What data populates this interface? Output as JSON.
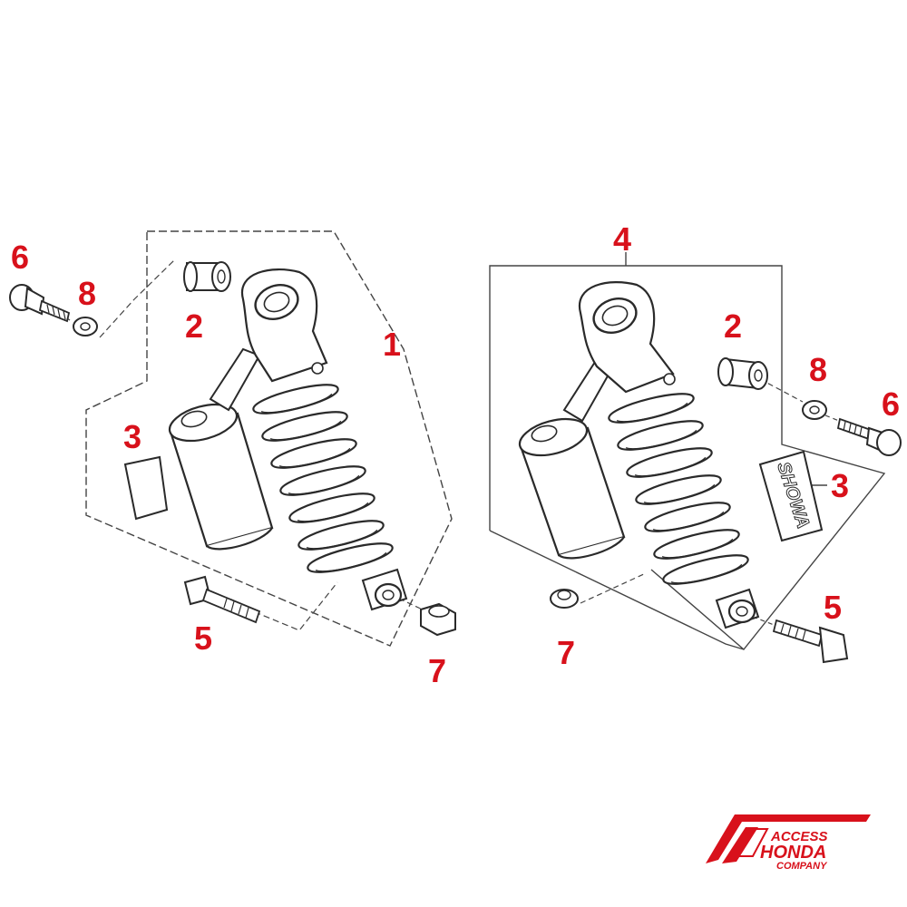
{
  "colors": {
    "line": "#2a2a2a",
    "dash": "#444444",
    "callout": "#d8111b",
    "logo": "#d8111b"
  },
  "callouts": {
    "left": {
      "part1": "1",
      "part2": "2",
      "part3": "3",
      "part5": "5",
      "part6": "6",
      "part7": "7",
      "part8": "8"
    },
    "right": {
      "part2": "2",
      "part3": "3",
      "part4": "4",
      "part5": "5",
      "part6": "6",
      "part7": "7",
      "part8": "8"
    }
  },
  "decal_text": "SHOWA",
  "logo": {
    "line1": "ACCESS",
    "line2": "HONDA",
    "line3": "COMPANY"
  }
}
